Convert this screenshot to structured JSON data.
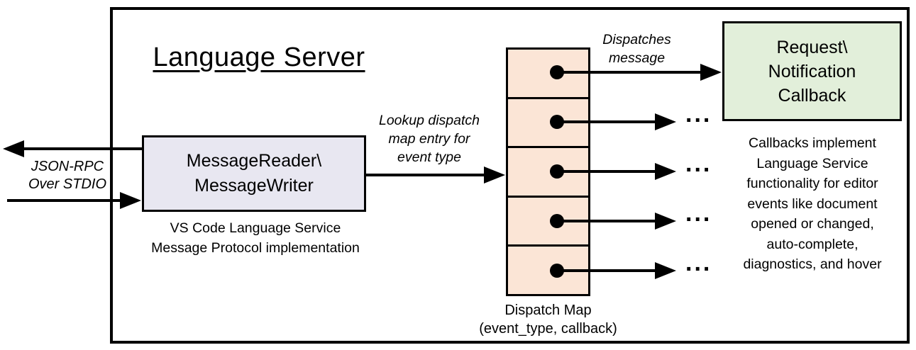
{
  "diagram": {
    "title": "Language Server",
    "io_label": "JSON-RPC\nOver STDIO",
    "reader_writer_box": "MessageReader\\\nMessageWriter",
    "reader_writer_caption": "VS Code Language Service\nMessage Protocol implementation",
    "lookup_label": "Lookup dispatch\nmap entry for\nevent type",
    "dispatch_label": "Dispatches\nmessage",
    "dispatch_map_label": "Dispatch Map\n(event_type, callback)",
    "callback_box": "Request\\\nNotification\nCallback",
    "callbacks_caption": "Callbacks implement\nLanguage Service\nfunctionality for editor\nevents like document\nopened or changed,\nauto-complete,\ndiagnostics, and hover",
    "ellipsis": "...",
    "colors": {
      "reader_writer_fill": "#e8e7f1",
      "dispatch_map_fill": "#fbe5d6",
      "callback_fill": "#e2efda",
      "stroke": "#000000"
    }
  }
}
